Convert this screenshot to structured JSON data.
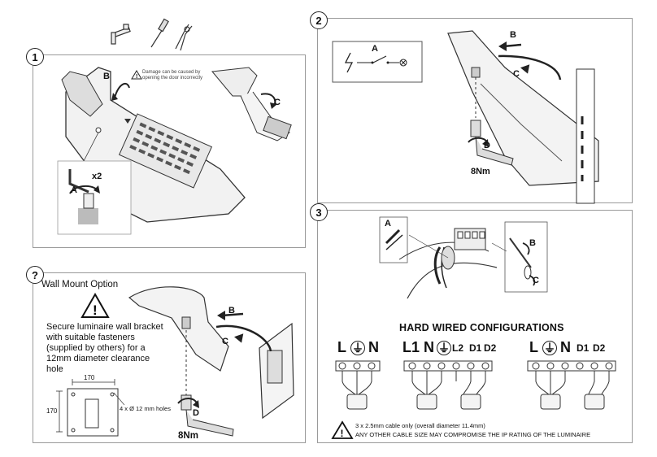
{
  "steps": {
    "s1": "1",
    "s2": "2",
    "s3": "3",
    "wall": "?"
  },
  "panel1": {
    "warning": "Damage can be caused by opening the door incorrectly",
    "label_a": "A",
    "label_b": "B",
    "label_c": "C",
    "count": "x2"
  },
  "panel2": {
    "switch_label": "A",
    "label_b": "B",
    "label_c": "C",
    "label_d": "D",
    "torque": "8Nm"
  },
  "wall": {
    "title": "Wall Mount Option",
    "instruction": "Secure luminaire wall bracket with suitable fasteners (supplied by others) for a 12mm diameter clearance hole",
    "dim_w": "170",
    "dim_h": "170",
    "holes": "4 x  Ø 12 mm holes",
    "label_b": "B",
    "label_c": "C",
    "label_d": "D",
    "torque": "8Nm"
  },
  "panel3": {
    "label_a": "A",
    "label_b": "B",
    "label_c": "C",
    "heading": "HARD WIRED CONFIGURATIONS",
    "cfg1": {
      "l": "L",
      "e": "⏚",
      "n": "N"
    },
    "cfg2": {
      "l1": "L1",
      "n": "N",
      "e": "⏚",
      "l2": "L2",
      "d1": "D1",
      "d2": "D2"
    },
    "cfg3": {
      "l": "L",
      "e": "⏚",
      "n": "N",
      "d1": "D1",
      "d2": "D2"
    },
    "note1": "3 x 2.5mm cable only (overall diameter 11.4mm)",
    "note2": "ANY OTHER CABLE SIZE MAY COMPROMISE THE IP RATING OF THE LUMINAIRE"
  }
}
